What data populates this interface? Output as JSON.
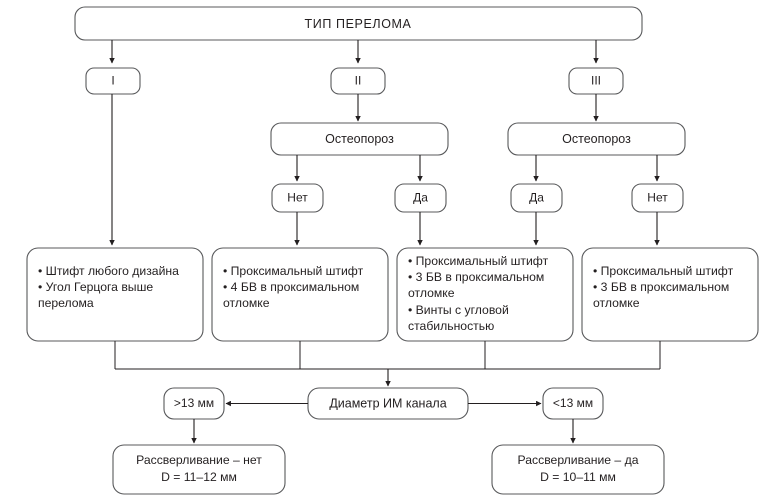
{
  "chart_data": {
    "type": "diagram",
    "title": "ТИП ПЕРЕЛОМА",
    "orientation": "top-down",
    "nodes": [
      {
        "id": "root",
        "label": "ТИП ПЕРЕЛОМА"
      },
      {
        "id": "type1",
        "label": "I"
      },
      {
        "id": "type2",
        "label": "II"
      },
      {
        "id": "type3",
        "label": "III"
      },
      {
        "id": "osteo2",
        "label": "Остеопороз"
      },
      {
        "id": "osteo3",
        "label": "Остеопороз"
      },
      {
        "id": "ans2no",
        "label": "Нет"
      },
      {
        "id": "ans2yes",
        "label": "Да"
      },
      {
        "id": "ans3yes",
        "label": "Да"
      },
      {
        "id": "ans3no",
        "label": "Нет"
      },
      {
        "id": "canal",
        "label": "Диаметр ИМ канала"
      },
      {
        "id": "gt13",
        "label": ">13 мм"
      },
      {
        "id": "lt13",
        "label": "<13 мм"
      }
    ],
    "edges": [
      {
        "from": "root",
        "to": "type1"
      },
      {
        "from": "root",
        "to": "type2"
      },
      {
        "from": "root",
        "to": "type3"
      },
      {
        "from": "type1",
        "to": "treat1"
      },
      {
        "from": "type2",
        "to": "osteo2"
      },
      {
        "from": "type3",
        "to": "osteo3"
      },
      {
        "from": "osteo2",
        "to": "ans2no"
      },
      {
        "from": "osteo2",
        "to": "ans2yes"
      },
      {
        "from": "osteo3",
        "to": "ans3yes"
      },
      {
        "from": "osteo3",
        "to": "ans3no"
      },
      {
        "from": "ans2no",
        "to": "treat2"
      },
      {
        "from": "ans2yes",
        "to": "treat3"
      },
      {
        "from": "ans3yes",
        "to": "treat4"
      },
      {
        "from": "ans3no",
        "to": "treat5"
      },
      {
        "from": "treatments",
        "to": "canal"
      },
      {
        "from": "canal",
        "to": "gt13"
      },
      {
        "from": "canal",
        "to": "lt13"
      },
      {
        "from": "gt13",
        "to": "result1"
      },
      {
        "from": "lt13",
        "to": "result2"
      }
    ]
  },
  "root": {
    "label": "ТИП ПЕРЕЛОМА"
  },
  "types": [
    {
      "id": "type-1",
      "label": "I"
    },
    {
      "id": "type-2",
      "label": "II"
    },
    {
      "id": "type-3",
      "label": "III"
    }
  ],
  "osteoporosis": [
    {
      "id": "osteoporosis-left",
      "label": "Остеопороз"
    },
    {
      "id": "osteoporosis-right",
      "label": "Остеопороз"
    }
  ],
  "answers": [
    {
      "id": "answer-no-left",
      "label": "Нет"
    },
    {
      "id": "answer-yes-left",
      "label": "Да"
    },
    {
      "id": "answer-yes-right",
      "label": "Да"
    },
    {
      "id": "answer-no-right",
      "label": "Нет"
    }
  ],
  "treatments": [
    {
      "id": "treatment-1",
      "bullets": [
        [
          "• Штифт любого дизайна"
        ],
        [
          "• Угол Герцога выше",
          "перелома"
        ]
      ]
    },
    {
      "id": "treatment-2",
      "bullets": [
        [
          "• Проксимальный штифт"
        ],
        [
          "• 4 БВ в проксимальном",
          "отломке"
        ]
      ]
    },
    {
      "id": "treatment-3",
      "bullets": [
        [
          "• Проксимальный штифт"
        ],
        [
          "• 3 БВ в проксимальном",
          "отломке"
        ],
        [
          "• Винты с угловой",
          "стабильностью"
        ]
      ]
    },
    {
      "id": "treatment-4",
      "bullets": [
        [
          "• Проксимальный штифт"
        ],
        [
          "• 3 БВ в проксимальном",
          "отломке"
        ]
      ]
    }
  ],
  "treatment_lines": {
    "t1_l1": "• Штифт любого дизайна",
    "t1_l2": "• Угол Герцога выше",
    "t1_l3": "перелома",
    "t2_l1": "• Проксимальный штифт",
    "t2_l2": "• 4 БВ в проксимальном",
    "t2_l3": "отломке",
    "t3_l1": "• Проксимальный штифт",
    "t3_l2": "• 3 БВ в проксимальном",
    "t3_l3": "отломке",
    "t3_l4": "• Винты с угловой",
    "t3_l5": "стабильностью",
    "t4_l1": "• Проксимальный штифт",
    "t4_l2": "• 3 БВ в проксимальном",
    "t4_l3": "отломке"
  },
  "canal": {
    "label": "Диаметр ИМ канала",
    "greater": ">13 мм",
    "less": "<13 мм"
  },
  "results": {
    "left_line1": "Рассверливание – нет",
    "left_line2": "D = 11–12 мм",
    "right_line1": "Рассверливание – да",
    "right_line2": "D = 10–11 мм"
  },
  "colors": {
    "stroke": "#58595b",
    "line": "#231f20",
    "background": "#ffffff",
    "text": "#231f20"
  }
}
